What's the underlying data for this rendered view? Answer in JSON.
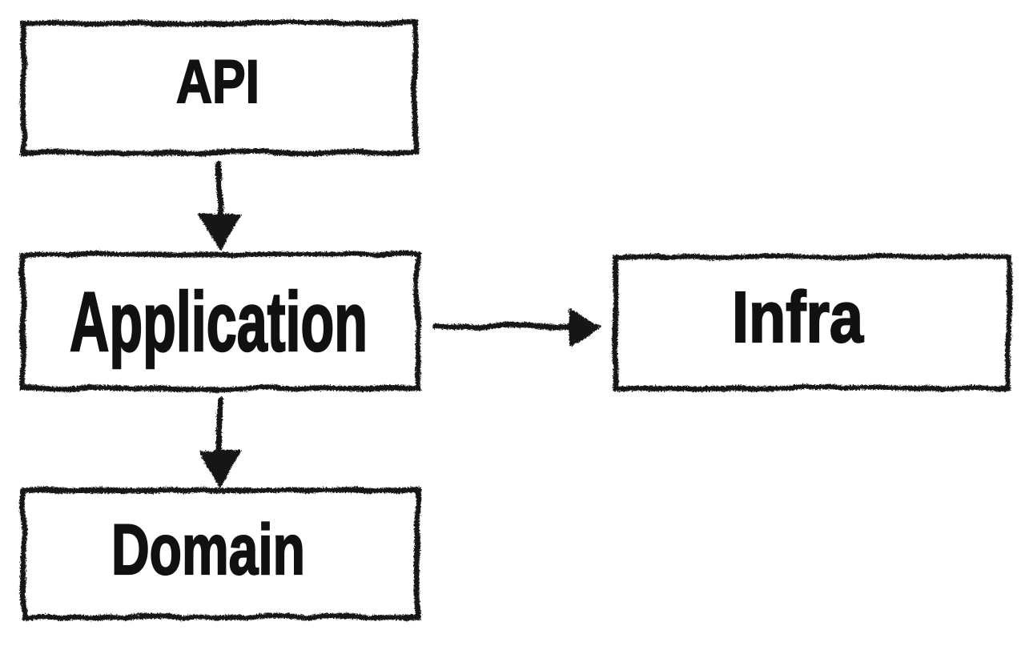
{
  "diagram": {
    "background_color": "#ffffff",
    "ink_color": "#141414",
    "nodes": [
      {
        "id": "api",
        "label": "API"
      },
      {
        "id": "application",
        "label": "Application"
      },
      {
        "id": "infra",
        "label": "Infra"
      },
      {
        "id": "domain",
        "label": "Domain"
      }
    ],
    "edges": [
      {
        "from": "API",
        "to": "Application",
        "direction": "down",
        "arrowhead": "filled-triangle"
      },
      {
        "from": "Application",
        "to": "Infra",
        "direction": "right",
        "arrowhead": "filled-triangle"
      },
      {
        "from": "Application",
        "to": "Domain",
        "direction": "down",
        "arrowhead": "filled-triangle"
      }
    ]
  }
}
